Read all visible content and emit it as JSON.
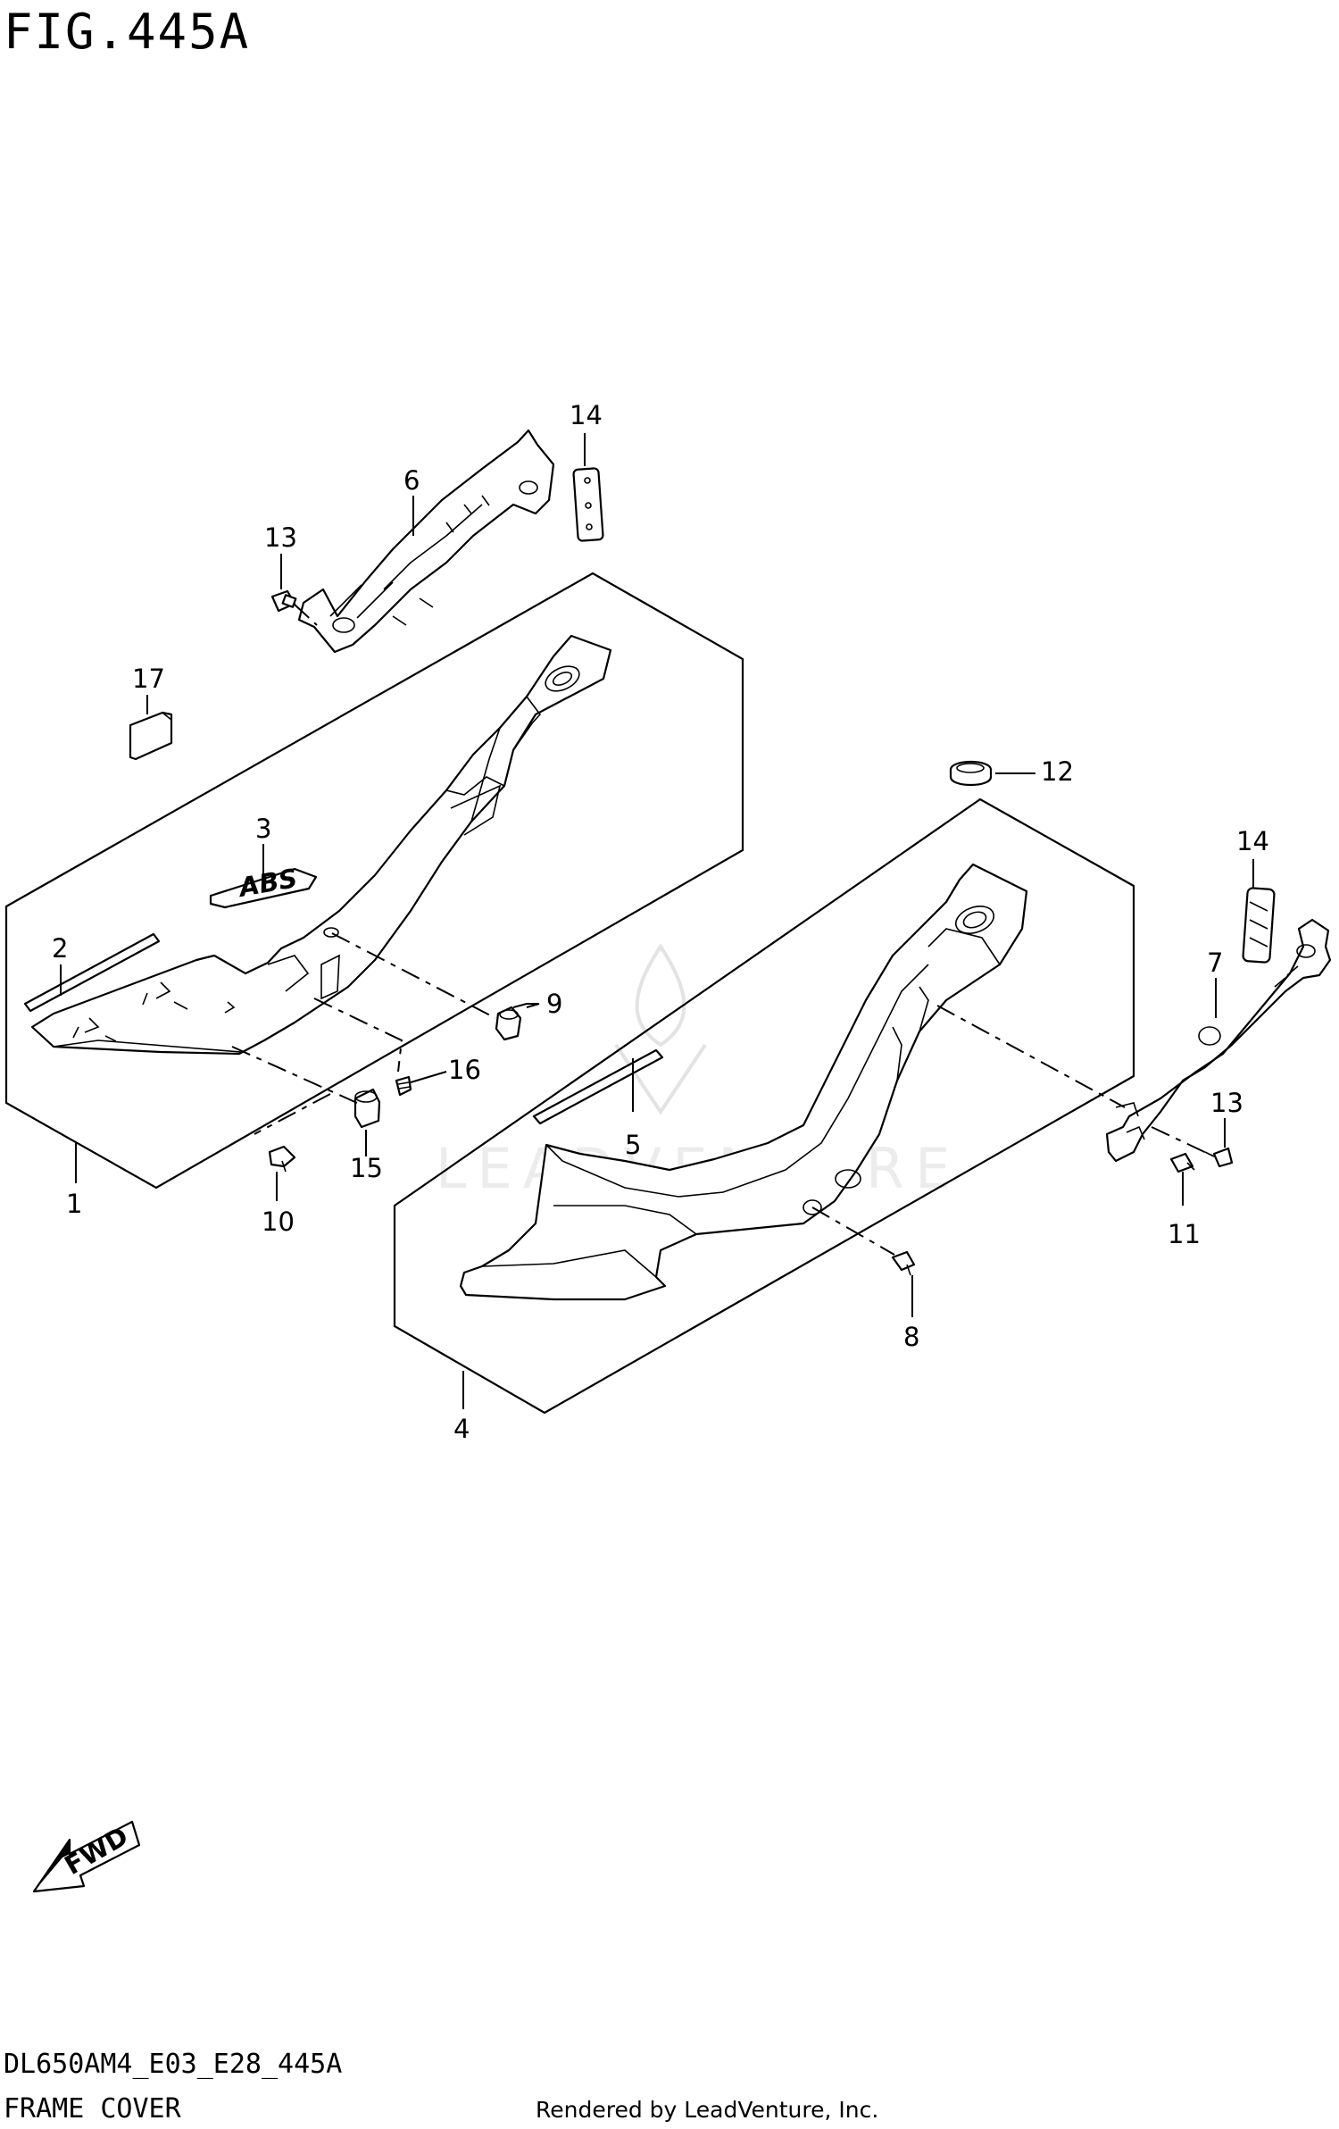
{
  "figure": {
    "title": "FIG.445A",
    "model_code": "DL650AM4_E03_E28_445A",
    "section_name": "FRAME COVER",
    "rendered_by": "Rendered by LeadVenture, Inc.",
    "watermark": "LEADVENTURE",
    "fwd_label": "FWD",
    "emblem_text": "ABS"
  },
  "callouts": [
    {
      "id": "c1",
      "label": "1"
    },
    {
      "id": "c2",
      "label": "2"
    },
    {
      "id": "c3",
      "label": "3"
    },
    {
      "id": "c4",
      "label": "4"
    },
    {
      "id": "c5",
      "label": "5"
    },
    {
      "id": "c6",
      "label": "6"
    },
    {
      "id": "c7",
      "label": "7"
    },
    {
      "id": "c8",
      "label": "8"
    },
    {
      "id": "c9",
      "label": "9"
    },
    {
      "id": "c10",
      "label": "10"
    },
    {
      "id": "c11",
      "label": "11"
    },
    {
      "id": "c12",
      "label": "12"
    },
    {
      "id": "c13a",
      "label": "13"
    },
    {
      "id": "c13b",
      "label": "13"
    },
    {
      "id": "c14a",
      "label": "14"
    },
    {
      "id": "c14b",
      "label": "14"
    },
    {
      "id": "c15",
      "label": "15"
    },
    {
      "id": "c16",
      "label": "16"
    },
    {
      "id": "c17",
      "label": "17"
    }
  ],
  "colors": {
    "line": "#000000",
    "background": "#ffffff",
    "watermark": "#e3e3e3"
  }
}
